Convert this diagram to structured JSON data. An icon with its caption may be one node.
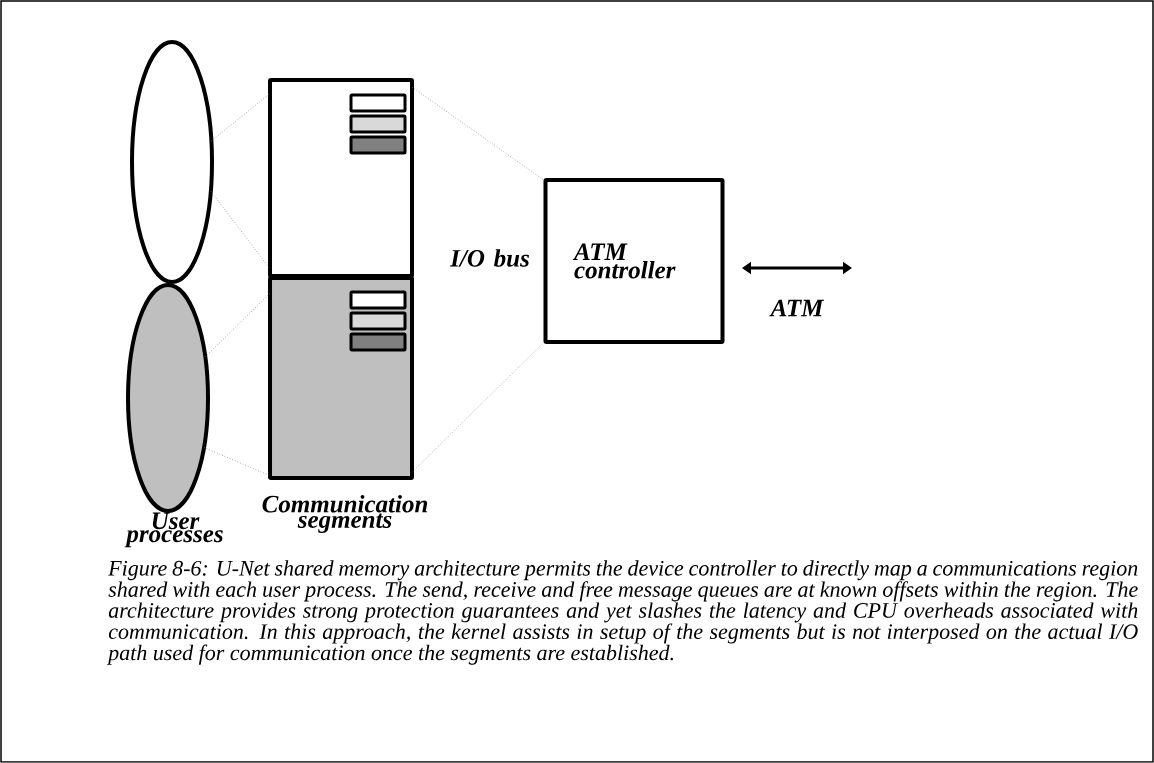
{
  "diagram": {
    "caption": "Figure 8-6: U-Net shared memory architecture permits the device controller to directly map a communications region shared with each user process.  The send, receive and free message queues are at known offsets within the region.  The architecture provides strong protection guarantees and yet slashes the latency and CPU overheads associated with communication.  In this approach, the kernel assists in setup of the segments but is not interposed on the actual I/O path used for communication once the segments are established.",
    "nodes": [
      {
        "text": [],
        "shape": "ellipse"
      },
      {
        "text": [],
        "shape": "ellipse"
      },
      {
        "text": [],
        "shape": "box"
      },
      {
        "text": [],
        "shape": "box"
      },
      {
        "text": [
          "ATM controller"
        ]
      }
    ],
    "edges": [
      {
        "from": 0,
        "to": 2,
        "arrow": "none"
      },
      {
        "from": 0,
        "to": 2,
        "arrow": "none"
      },
      {
        "from": 1,
        "to": 3,
        "arrow": "none"
      },
      {
        "from": 1,
        "to": 3,
        "arrow": "none"
      },
      {
        "from": 2,
        "to": 4,
        "arrow": "none"
      },
      {
        "from": 3,
        "to": 4,
        "arrow": "none"
      }
    ],
    "labels": [
      "I/O bus",
      "ATM",
      "User processes",
      "Communication segments"
    ]
  }
}
